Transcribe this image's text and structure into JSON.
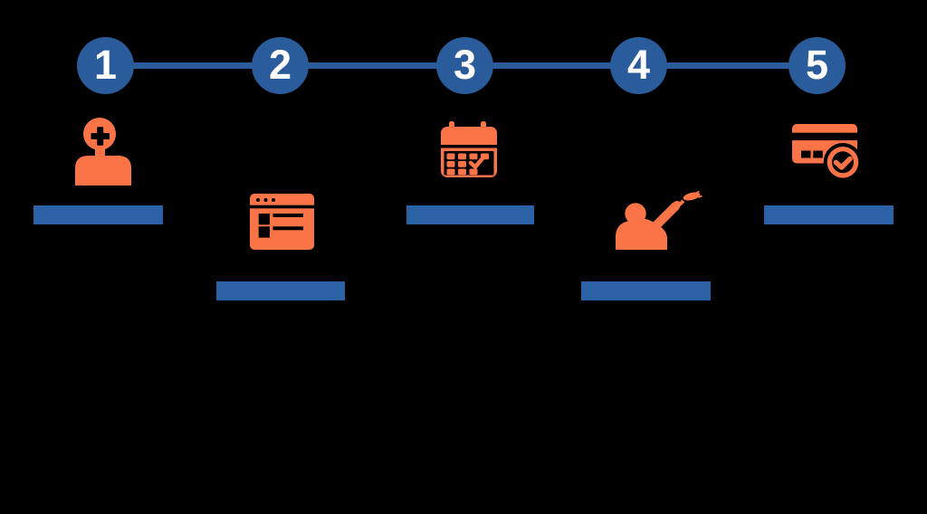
{
  "colors": {
    "background": "#000000",
    "step_circle_blue": "#2A5C9B",
    "connector_blue": "#2A5C9B",
    "label_bar_blue": "#2B62A5",
    "icon_orange": "#FA7448",
    "step_number_white": "#FFFFFF"
  },
  "timeline": {
    "steps": [
      {
        "number": "1",
        "icon": "add-user-icon",
        "bar_label": ""
      },
      {
        "number": "2",
        "icon": "browser-list-icon",
        "bar_label": ""
      },
      {
        "number": "3",
        "icon": "calendar-check-icon",
        "bar_label": ""
      },
      {
        "number": "4",
        "icon": "clay-shooting-icon",
        "bar_label": ""
      },
      {
        "number": "5",
        "icon": "card-payment-confirmed-icon",
        "bar_label": ""
      }
    ]
  }
}
